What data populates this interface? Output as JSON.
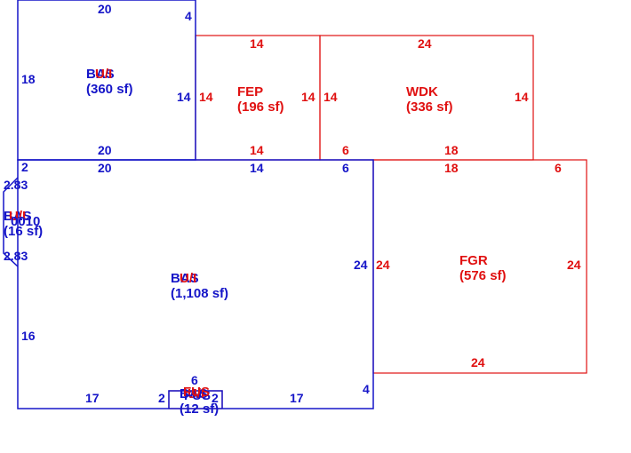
{
  "colors": {
    "blue": "#1515c8",
    "red": "#e01010"
  },
  "areas": [
    {
      "code": "BAS",
      "overlay_code": "U/I",
      "area": "(360 sf)"
    },
    {
      "code": "FEP",
      "area": "(196 sf)"
    },
    {
      "code": "WDK",
      "area": "(336 sf)"
    },
    {
      "code": "FGR",
      "area": "(576 sf)"
    },
    {
      "code": "BAS",
      "overlay_code": "U/I",
      "area": "(1,108 sf)"
    },
    {
      "code": "BAS",
      "overlay_code": "U/I",
      "area": "(16 sf)",
      "overlay_blue": "0010"
    },
    {
      "code": "BAS",
      "overlay_code": "U/I",
      "area": "(12 sf)",
      "overlay_blue": "FUS",
      "overlay_red": "FUS"
    }
  ],
  "dimensions": [
    "20",
    "4",
    "18",
    "14",
    "20",
    "14",
    "14",
    "14",
    "14",
    "24",
    "14",
    "14",
    "6",
    "18",
    "2",
    "20",
    "14",
    "6",
    "18",
    "6",
    "2.83",
    "2.83",
    "24",
    "24",
    "24",
    "24",
    "16",
    "6",
    "17",
    "2",
    "2",
    "17",
    "4"
  ]
}
